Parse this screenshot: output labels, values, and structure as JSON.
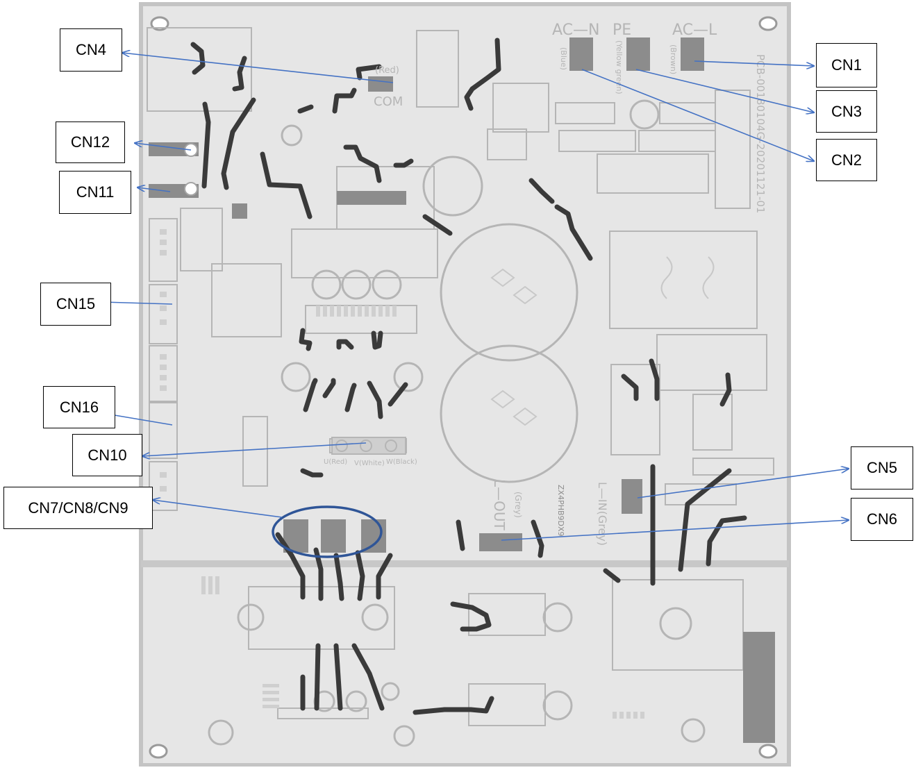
{
  "board": {
    "part_number": "PCB-00180104G-20201121-01",
    "model": "ZX4PHB9DX9",
    "connectors_silkscreen": {
      "ac_n": "AC—N",
      "ac_n_color": "(Blue)",
      "pe": "PE",
      "pe_color": "(Yellow green)",
      "ac_l": "AC—L",
      "ac_l_color": "(Brown)",
      "cn4_color": "(Red)",
      "cn4_com": "COM",
      "u_red": "U(Red)",
      "v_white": "V(White)",
      "w_black": "W(Black)",
      "l_out": "L—OUT",
      "l_out_color": "(Grey)",
      "l_in": "L—IN(Grey)"
    }
  },
  "callouts": [
    {
      "id": "cn4",
      "text": "CN4"
    },
    {
      "id": "cn12",
      "text": "CN12"
    },
    {
      "id": "cn11",
      "text": "CN11"
    },
    {
      "id": "cn15",
      "text": "CN15"
    },
    {
      "id": "cn16",
      "text": "CN16"
    },
    {
      "id": "cn10",
      "text": "CN10"
    },
    {
      "id": "cn7-8-9",
      "text": "CN7/CN8/CN9"
    },
    {
      "id": "cn1",
      "text": "CN1"
    },
    {
      "id": "cn3",
      "text": "CN3"
    },
    {
      "id": "cn2",
      "text": "CN2"
    },
    {
      "id": "cn5",
      "text": "CN5"
    },
    {
      "id": "cn6",
      "text": "CN6"
    }
  ],
  "colors": {
    "board_bg": "#e6e6e6",
    "board_border": "#c4c4c4",
    "silkscreen": "#b5b5b5",
    "pad": "#8c8c8c",
    "wire": "#3a3a3a",
    "arrow": "#4472c4",
    "ellipse": "#2f5597"
  }
}
